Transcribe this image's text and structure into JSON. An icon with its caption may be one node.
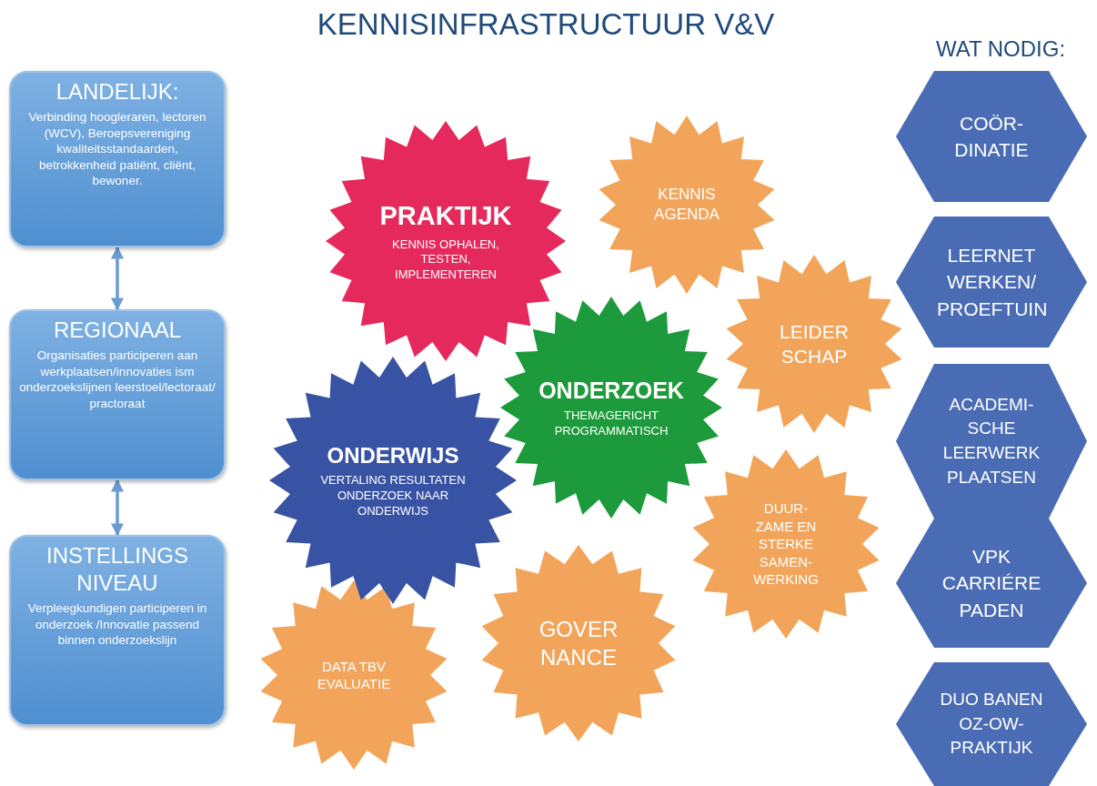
{
  "diagram": {
    "title": "KENNISINFRASTRUCTUUR V&V",
    "nodes": [
      {
        "text": [
          "LANDELIJK:",
          "Verbinding hoogleraren, lectoren (WCV), Beroepsvereniging kwaliteitsstandaarden, betrokkenheid patiënt, cliënt, bewoner."
        ]
      },
      {
        "text": [
          "REGIONAAL",
          "Organisaties participeren aan werkplaatsen/innovaties ism onderzoekslijnen leerstoel/lectoraat/ practoraat"
        ]
      },
      {
        "text": [
          "INSTELLINGS NIVEAU",
          "Verpleegkundigen participeren in onderzoek /Innovatie passend binnen onderzoekslijn"
        ]
      },
      {
        "text": [
          "PRAKTIJK",
          "KENNIS OPHALEN, TESTEN, IMPLEMENTEREN"
        ]
      },
      {
        "text": [
          "KENNIS AGENDA"
        ]
      },
      {
        "text": [
          "LEIDER SCHAP"
        ]
      },
      {
        "text": [
          "ONDERWIJS",
          "VERTALING RESULTATEN ONDERZOEK NAAR ONDERWIJS"
        ]
      },
      {
        "text": [
          "ONDERZOEK",
          "THEMAGERICHT PROGRAMMATISCH"
        ]
      },
      {
        "text": [
          "DUUR- ZAME EN STERKE SAMEN- WERKING"
        ]
      },
      {
        "text": [
          "GOVER NANCE"
        ]
      },
      {
        "text": [
          "DATA TBV EVALUATIE"
        ]
      },
      {
        "text": [
          "COÖR- DINATIE"
        ]
      },
      {
        "text": [
          "LEERNET WERKEN/ PROEFTUIN"
        ]
      },
      {
        "text": [
          "ACADEMI- SCHE LEERWERK PLAATSEN"
        ]
      },
      {
        "text": [
          "VPK CARRIÉRE PADEN"
        ]
      },
      {
        "text": [
          "DUO BANEN OZ-OW- PRAKTIJK"
        ]
      }
    ],
    "edges": [
      {
        "from": 0,
        "to": 1,
        "arrow": "both"
      },
      {
        "from": 1,
        "to": 2,
        "arrow": "both"
      }
    ],
    "labels": [
      "WAT NODIG:"
    ]
  }
}
